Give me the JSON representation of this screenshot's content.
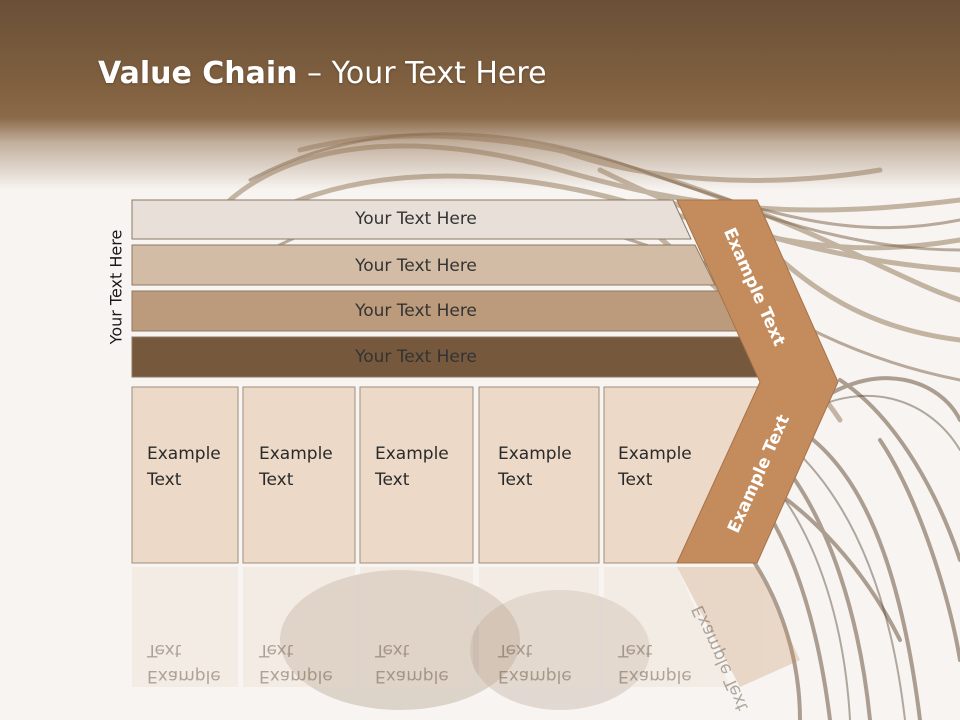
{
  "title": {
    "bold": "Value Chain",
    "rest": " – Your Text Here"
  },
  "side_label": "Your Text Here",
  "bars": [
    {
      "label": "Your Text Here",
      "color": "#e8e0d8"
    },
    {
      "label": "Your Text Here",
      "color": "#d3bca5"
    },
    {
      "label": "Your Text Here",
      "color": "#bb9b7b"
    },
    {
      "label": "Your Text Here",
      "color": "#76593d"
    }
  ],
  "boxes": [
    {
      "line1": "Example",
      "line2": "Text"
    },
    {
      "line1": "Example",
      "line2": "Text"
    },
    {
      "line1": "Example",
      "line2": "Text"
    },
    {
      "line1": "Example",
      "line2": "Text"
    },
    {
      "line1": "Example",
      "line2": "Text"
    }
  ],
  "arrow": {
    "upper": "Example Text",
    "lower": "Example Text",
    "color": "#c48c5c"
  },
  "colors": {
    "box_fill": "#ecd9c7",
    "header": "#7a5a3c"
  }
}
